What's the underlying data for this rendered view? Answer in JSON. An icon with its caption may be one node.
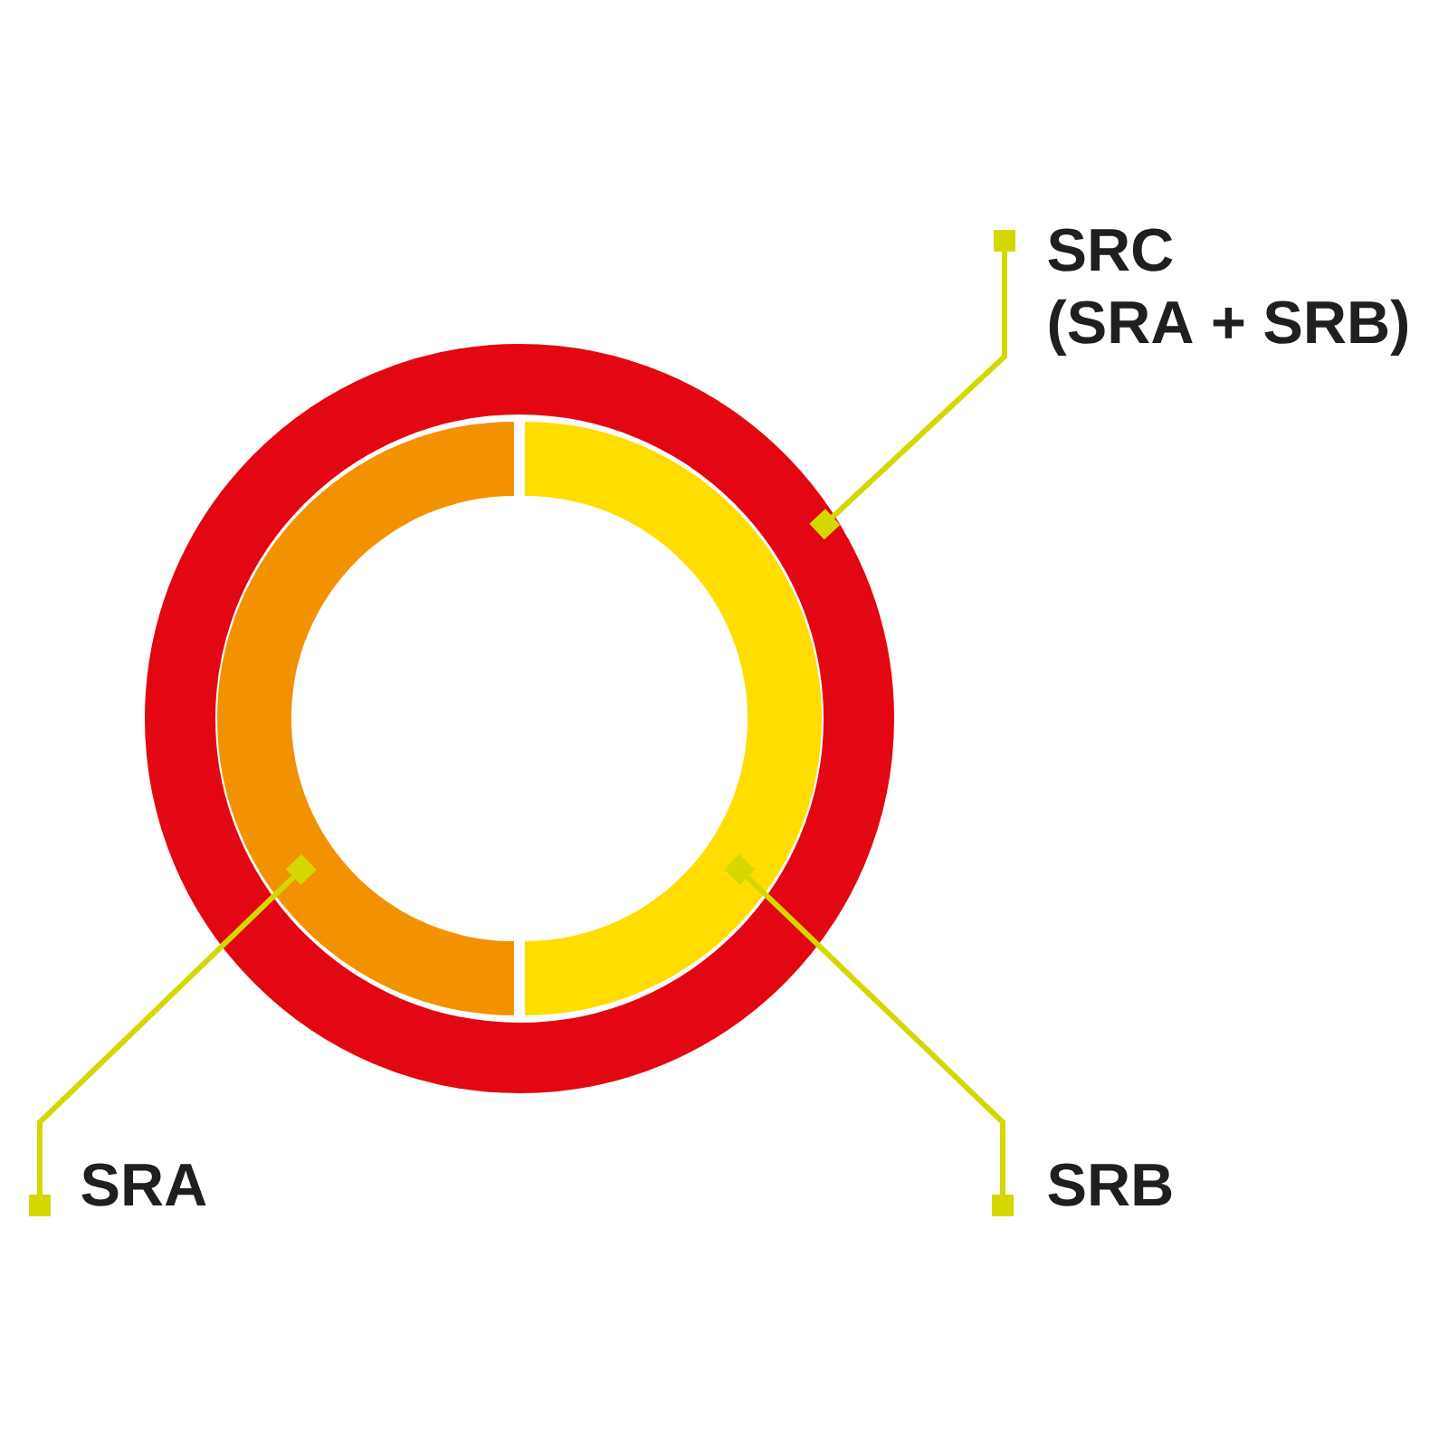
{
  "diagram": {
    "nodes": [
      {
        "text": [
          "SRC (SRA + SRB)"
        ]
      },
      {
        "text": [],
        "shape": "ring"
      },
      {
        "text": [],
        "shape": "half-ring",
        "in": 1
      },
      {
        "text": [],
        "shape": "half-ring",
        "in": 1
      },
      {
        "text": [
          "SRA"
        ]
      },
      {
        "text": [
          "SRB"
        ]
      }
    ],
    "edges": [
      {
        "from": 0,
        "to": 1,
        "arrow": "other"
      },
      {
        "from": 4,
        "to": 2,
        "arrow": "other"
      },
      {
        "from": 5,
        "to": 3,
        "arrow": "other"
      }
    ]
  }
}
